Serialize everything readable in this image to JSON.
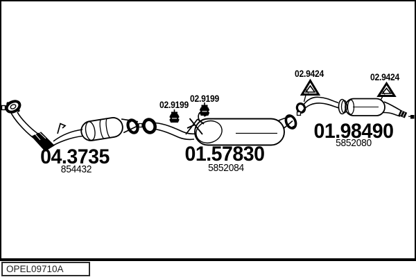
{
  "diagram": {
    "drawing_code": "OPEL09710A",
    "ink_color": "#000000",
    "background_color": "#ffffff"
  },
  "parts": [
    {
      "name": "front-pipe-with-catalyst",
      "part_number": "04.3735",
      "oe_number": "854432"
    },
    {
      "name": "centre-silencer",
      "part_number": "01.57830",
      "oe_number": "5852084"
    },
    {
      "name": "rear-silencer",
      "part_number": "01.98490",
      "oe_number": "5852080"
    }
  ],
  "mounts": [
    {
      "name": "rubber-hanger-front",
      "part_number": "02.9199"
    },
    {
      "name": "rubber-hanger-rear",
      "part_number": "02.9199"
    },
    {
      "name": "triangle-hanger-front",
      "part_number": "02.9424"
    },
    {
      "name": "triangle-hanger-rear",
      "part_number": "02.9424"
    }
  ]
}
